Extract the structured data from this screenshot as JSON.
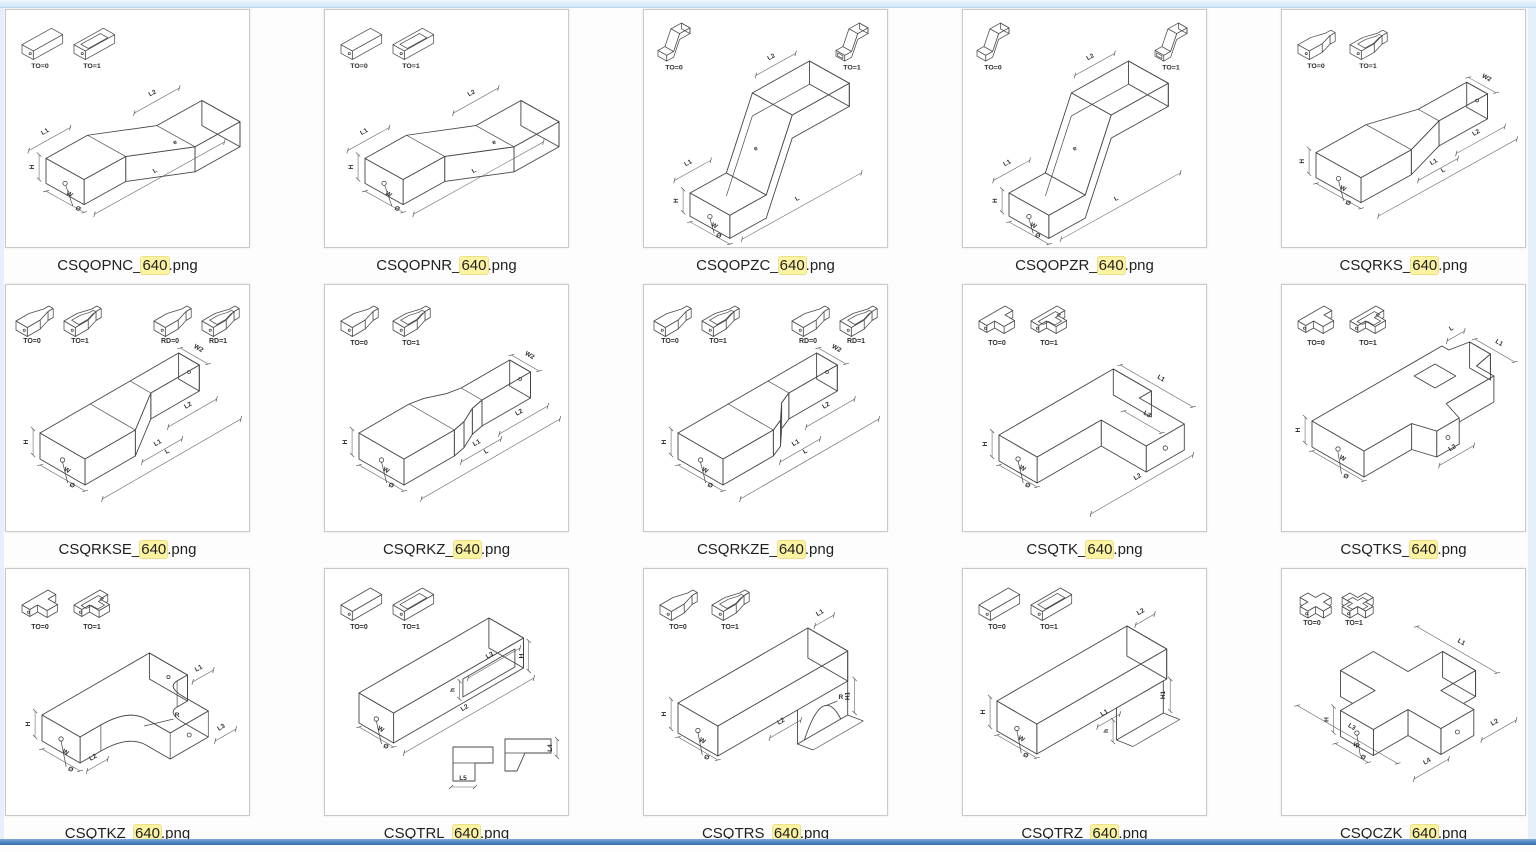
{
  "theme": {
    "highlight_bg": "#fbf3a2",
    "window_edge_top": "#d7e9f9",
    "window_edge_bottom": "#4a82c2",
    "background": "#fdfdfd",
    "thumbnail_border": "#c9c9c9",
    "filename_color": "#1f1f1f"
  },
  "cells": [
    {
      "file_prefix": "CSQOPNC_",
      "file_highlight": "640",
      "file_suffix": ".png",
      "shape": "opn",
      "variants": [
        "TO=0",
        "TO=1"
      ],
      "dims": [
        "L1",
        "L2",
        "e",
        "L",
        "W",
        "H",
        "Ø"
      ]
    },
    {
      "file_prefix": "CSQOPNR_",
      "file_highlight": "640",
      "file_suffix": ".png",
      "shape": "opn",
      "variants": [
        "TO=0",
        "TO=1"
      ],
      "dims": [
        "L1",
        "L2",
        "e",
        "L",
        "W",
        "H",
        "Ø"
      ]
    },
    {
      "file_prefix": "CSQOPZC_",
      "file_highlight": "640",
      "file_suffix": ".png",
      "shape": "opz",
      "variants": [
        "TO=0",
        "TO=1"
      ],
      "dims": [
        "L1",
        "e",
        "L2",
        "L",
        "W",
        "H",
        "Ø"
      ]
    },
    {
      "file_prefix": "CSQOPZR_",
      "file_highlight": "640",
      "file_suffix": ".png",
      "shape": "opz",
      "variants": [
        "TO=0",
        "TO=1"
      ],
      "dims": [
        "L1",
        "e",
        "L2",
        "L",
        "W",
        "H",
        "Ø"
      ]
    },
    {
      "file_prefix": "CSQRKS_",
      "file_highlight": "640",
      "file_suffix": ".png",
      "shape": "rks",
      "variants": [
        "TO=0",
        "TO=1"
      ],
      "dims": [
        "W2",
        "L2",
        "L",
        "L1",
        "W",
        "H",
        "Ø"
      ]
    },
    {
      "file_prefix": "CSQRKSE_",
      "file_highlight": "640",
      "file_suffix": ".png",
      "shape": "rkse",
      "variants": [
        "TO=0",
        "TO=1",
        "RD=0",
        "RD=1"
      ],
      "dims": [
        "W2",
        "L2",
        "L",
        "L1",
        "W",
        "H",
        "Ø"
      ]
    },
    {
      "file_prefix": "CSQRKZ_",
      "file_highlight": "640",
      "file_suffix": ".png",
      "shape": "rkz",
      "variants": [
        "TO=0",
        "TO=1"
      ],
      "dims": [
        "W2",
        "L2",
        "L",
        "L1",
        "W",
        "H",
        "Ø"
      ]
    },
    {
      "file_prefix": "CSQRKZE_",
      "file_highlight": "640",
      "file_suffix": ".png",
      "shape": "rkze",
      "variants": [
        "TO=0",
        "TO=1",
        "RD=0",
        "RD=1"
      ],
      "dims": [
        "W2",
        "L2",
        "L",
        "L1",
        "W",
        "H",
        "Ø"
      ]
    },
    {
      "file_prefix": "CSQTK_",
      "file_highlight": "640",
      "file_suffix": ".png",
      "shape": "tk",
      "variants": [
        "TO=0",
        "TO=1"
      ],
      "dims": [
        "L3",
        "L1",
        "L2",
        "W",
        "H",
        "Ø"
      ]
    },
    {
      "file_prefix": "CSQTKS_",
      "file_highlight": "640",
      "file_suffix": ".png",
      "shape": "tks",
      "variants": [
        "TO=0",
        "TO=1"
      ],
      "dims": [
        "L",
        "L1",
        "L2",
        "W",
        "H",
        "Ø"
      ]
    },
    {
      "file_prefix": "CSQTKZ_",
      "file_highlight": "640",
      "file_suffix": ".png",
      "shape": "tkz",
      "variants": [
        "TO=0",
        "TO=1"
      ],
      "dims": [
        "L1",
        "R",
        "L2",
        "L3",
        "W",
        "H",
        "Ø"
      ]
    },
    {
      "file_prefix": "CSQTRL_",
      "file_highlight": "640",
      "file_suffix": ".png",
      "shape": "trl",
      "variants": [
        "TO=0",
        "TO=1"
      ],
      "dims": [
        "L3",
        "h",
        "L2",
        "L5",
        "L4",
        "W",
        "H",
        "Ø"
      ]
    },
    {
      "file_prefix": "CSQTRS_",
      "file_highlight": "640",
      "file_suffix": ".png",
      "shape": "trs",
      "variants": [
        "TO=0",
        "TO=1"
      ],
      "dims": [
        "L1",
        "R",
        "H1",
        "L2",
        "W",
        "H",
        "Ø"
      ]
    },
    {
      "file_prefix": "CSQTRZ_",
      "file_highlight": "640",
      "file_suffix": ".png",
      "shape": "trz",
      "variants": [
        "TO=0",
        "TO=1"
      ],
      "dims": [
        "L2",
        "L1",
        "H1",
        "h",
        "W",
        "H",
        "Ø"
      ]
    },
    {
      "file_prefix": "CSQCZK_",
      "file_highlight": "640",
      "file_suffix": ".png",
      "shape": "czk",
      "variants": [
        "TO=0",
        "TO=1"
      ],
      "dims": [
        "L3",
        "L4",
        "L2",
        "L1",
        "W",
        "H",
        "Ø"
      ]
    }
  ]
}
